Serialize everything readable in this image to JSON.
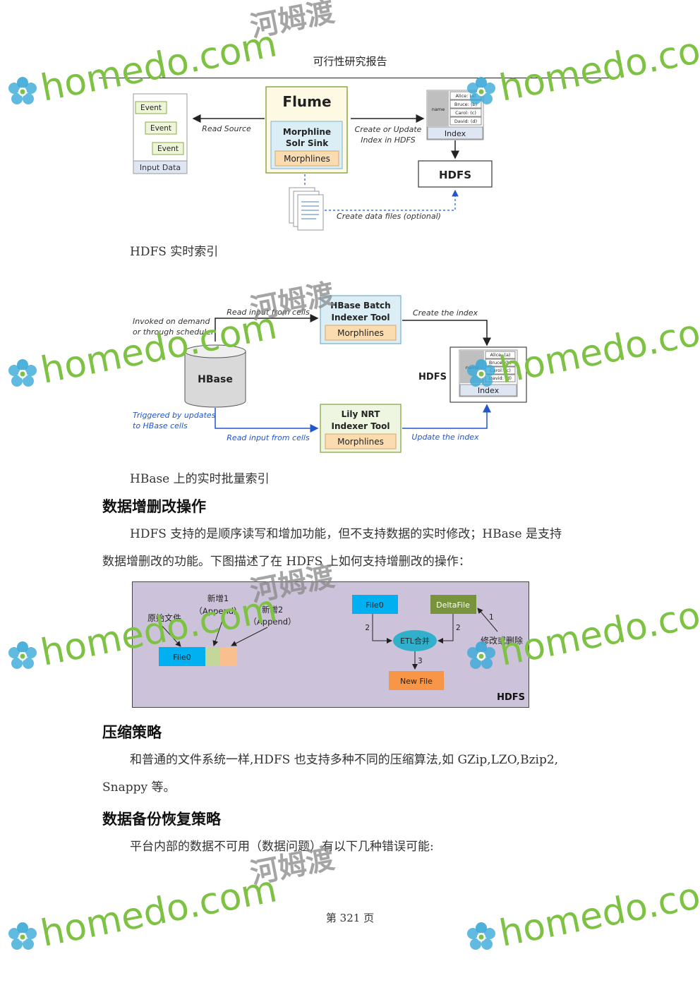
{
  "header": {
    "title": "可行性研究报告"
  },
  "figure1": {
    "event": "Event",
    "input_data": "Input Data",
    "read_source": "Read Source",
    "flume": "Flume",
    "morphline_l1": "Morphline",
    "morphline_l2": "Solr Sink",
    "morphlines": "Morphlines",
    "create_l1": "Create or Update",
    "create_l2": "Index in HDFS",
    "name": "name",
    "index_rows": [
      "Alice: (a)",
      "Bruce: (b)",
      "Carol: (c)",
      "David: (d)"
    ],
    "index": "Index",
    "hdfs": "HDFS",
    "create_data_files": "Create data files (optional)"
  },
  "caption1": "HDFS 实时索引",
  "figure2": {
    "invoked_l1": "Invoked on demand",
    "invoked_l2": "or through scheduler",
    "read_input_cells_top": "Read input from cells",
    "batch_l1": "HBase Batch",
    "batch_l2": "Indexer Tool",
    "morphlines": "Morphlines",
    "create_index": "Create the index",
    "hbase": "HBase",
    "hdfs": "HDFS",
    "name": "name",
    "index_rows": [
      "Alice: (a)",
      "Bruce: (b)",
      "Carol: (c)",
      "David: (d)"
    ],
    "index": "Index",
    "triggered_l1": "Triggered by updates",
    "triggered_l2": "to HBase cells",
    "read_input_cells_bottom": "Read input from cells",
    "nrt_l1": "Lily NRT",
    "nrt_l2": "Indexer Tool",
    "update_index": "Update the index"
  },
  "caption2": "HBase 上的实时批量索引",
  "section1": {
    "heading": "数据增删改操作",
    "line1": "HDFS 支持的是顺序读写和增加功能，但不支持数据的实时修改；HBase 是支持",
    "line2": "数据增删改的功能。下图描述了在 HDFS 上如何支持增删改的操作："
  },
  "figure3": {
    "xinzeng1": "新增1",
    "append1": "（Append）",
    "xinzeng2": "新增2",
    "append2": "（Append）",
    "yuanshi": "原始文件",
    "file0_left": "File0",
    "file0_right": "File0",
    "deltafile": "DeltaFile",
    "etl": "ETL合并",
    "xiugai": "修改或删除",
    "newfile": "New File",
    "n1": "1",
    "n2a": "2",
    "n2b": "2",
    "n3": "3",
    "hdfs": "HDFS"
  },
  "section2": {
    "heading": "压缩策略",
    "line1": "和普通的文件系统一样,HDFS 也支持多种不同的压缩算法,如 GZip,LZO,Bzip2,",
    "line2": "Snappy 等。"
  },
  "section3": {
    "heading": "数据备份恢复策略",
    "line1": "平台内部的数据不可用（数据问题）有以下几种错误可能:"
  },
  "footer": {
    "page": "第 321 页"
  },
  "watermark": {
    "latin": "homedo.com",
    "cjk": "河姆渡"
  },
  "colors": {
    "watermark_green": "#7dc242",
    "watermark_blue": "#3aa9d8",
    "fig3_bg": "#ccc2d9"
  }
}
